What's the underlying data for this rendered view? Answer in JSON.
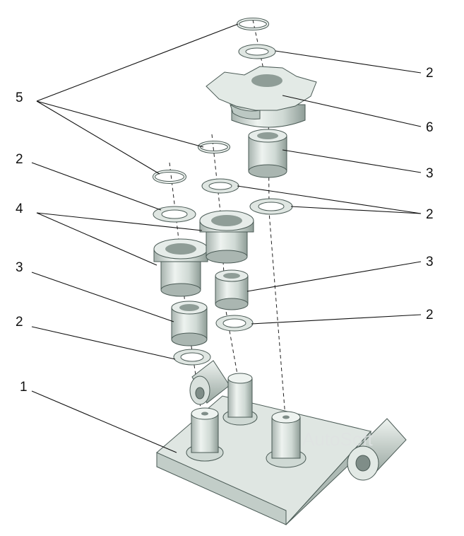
{
  "labels": {
    "l5": "5",
    "l2_top": "2",
    "l6": "6",
    "l3_top": "3",
    "l2_left_top": "2",
    "l2_right_mid": "2",
    "l4": "4",
    "l3_left": "3",
    "l3_right": "3",
    "l2_right_low": "2",
    "l2_left_low": "2",
    "l1": "1"
  },
  "watermark": "AutoSoft",
  "colors": {
    "part_light": "#e9efec",
    "part_mid": "#cbd6d1",
    "part_dark": "#8f9d97",
    "plate": "#dfe6e2",
    "line": "#111111"
  }
}
